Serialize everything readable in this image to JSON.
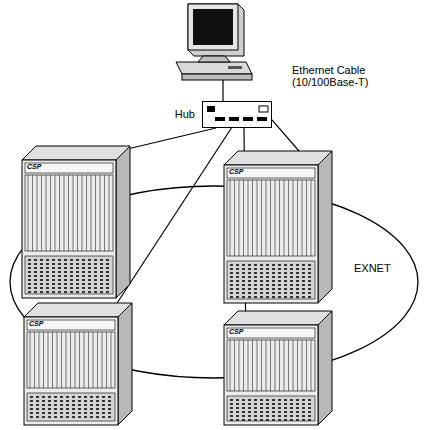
{
  "diagram": {
    "nodes": [
      {
        "text": [
          "Hub"
        ]
      },
      {
        "text": [
          "CSP"
        ]
      },
      {
        "text": [
          "CSP"
        ]
      },
      {
        "text": [
          "CSP"
        ]
      },
      {
        "text": [
          "CSP"
        ]
      }
    ],
    "edges": [
      {
        "from": 0,
        "to": 1,
        "arrow": "none"
      },
      {
        "from": 0,
        "to": 3,
        "arrow": "none"
      },
      {
        "from": 0,
        "to": 4,
        "arrow": "none"
      },
      {
        "from": 0,
        "to": 2,
        "arrow": "none"
      }
    ],
    "labels": [
      "Ethernet Cable (10/100Base-T)",
      "EXNET"
    ]
  }
}
